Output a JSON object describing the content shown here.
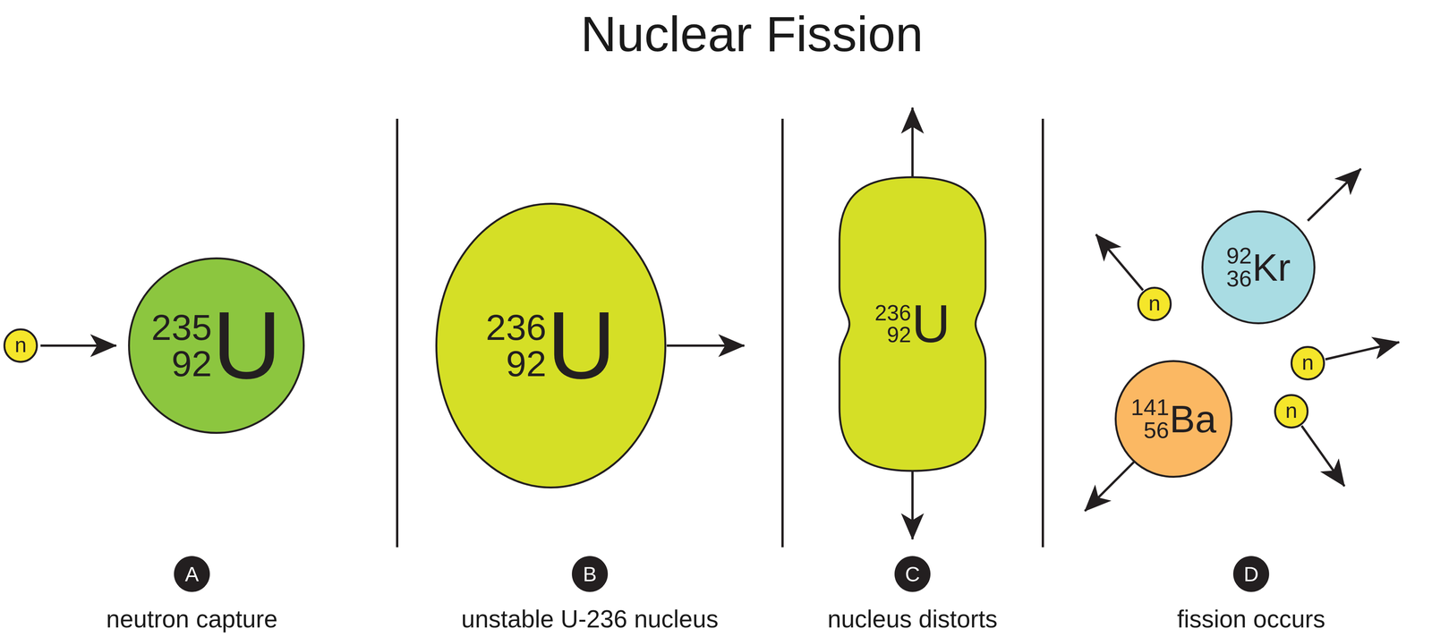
{
  "diagram": {
    "title": "Nuclear Fission",
    "nodes": [
      {
        "text": [
          "n"
        ]
      },
      {
        "text": [
          "235",
          "92",
          "U"
        ]
      },
      {
        "text": [
          "236",
          "92",
          "U"
        ]
      },
      {
        "text": [
          "236",
          "92",
          "U"
        ]
      },
      {
        "text": [
          "92",
          "36",
          "Kr"
        ]
      },
      {
        "text": [
          "n"
        ]
      },
      {
        "text": [
          "141",
          "56",
          "Ba"
        ]
      },
      {
        "text": [
          "n"
        ]
      },
      {
        "text": [
          "n"
        ]
      },
      {
        "text": [
          "A"
        ]
      },
      {
        "text": [
          "B"
        ]
      },
      {
        "text": [
          "C"
        ]
      },
      {
        "text": [
          "D"
        ]
      }
    ],
    "edges": [
      {
        "from": 0,
        "to": 1,
        "arrow": "to"
      }
    ],
    "labels": [
      "neutron capture",
      "unstable U-236 nucleus",
      "nucleus distorts",
      "fission occurs"
    ]
  }
}
